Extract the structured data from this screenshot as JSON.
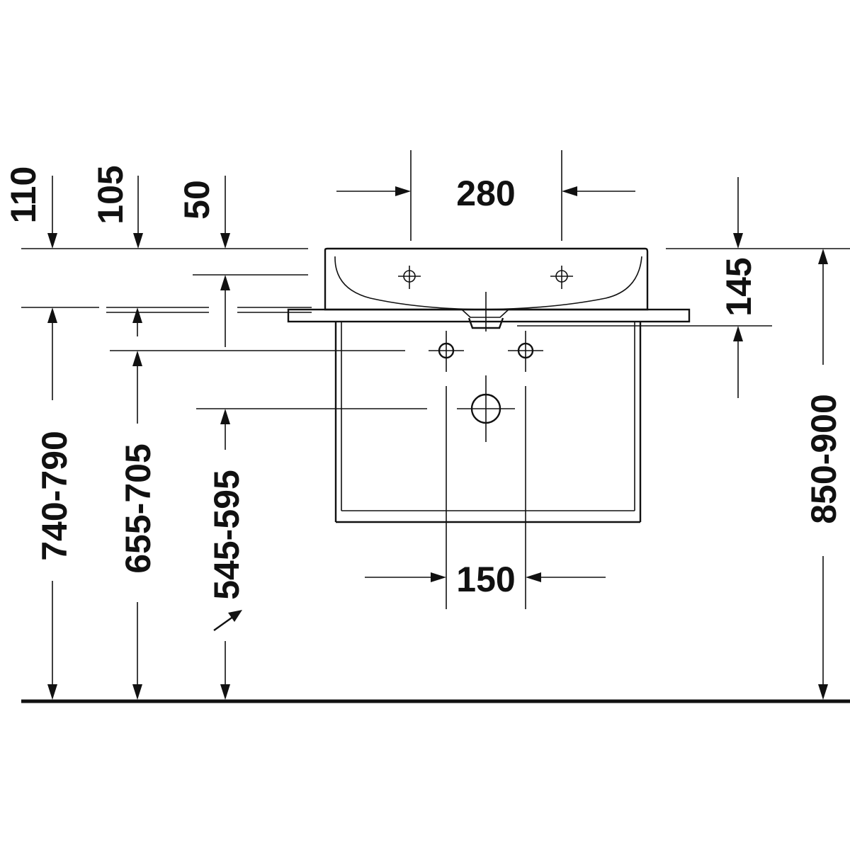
{
  "colors": {
    "line": "#111111",
    "background": "#ffffff"
  },
  "dimensions": {
    "tap_hole_spacing": "280",
    "waste_outlet_spacing": "150",
    "basin_depth": "145",
    "overflow_offset_a": "110",
    "overflow_offset_b": "105",
    "overflow_offset_c": "50",
    "rim_height": "850-900",
    "height_a": "740-790",
    "height_b": "655-705",
    "height_c": "545-595"
  }
}
